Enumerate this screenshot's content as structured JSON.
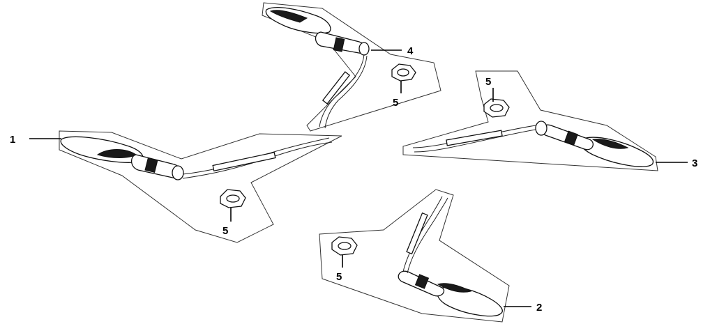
{
  "diagram": {
    "callouts": {
      "front_left_indicator": "1",
      "rear_right_indicator": "2",
      "front_right_indicator": "3",
      "rear_left_indicator": "4",
      "nut_top": "5",
      "nut_left": "5",
      "nut_right": "5",
      "nut_bottom": "5"
    }
  }
}
